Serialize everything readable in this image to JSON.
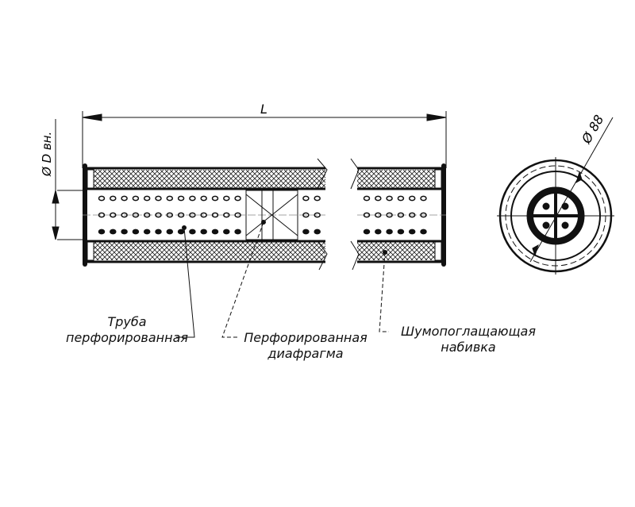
{
  "dimensions": {
    "length": "L",
    "inner_diameter": "Ø D вн.",
    "outer_diameter": "Ø 88"
  },
  "labels": {
    "pipe": [
      "Труба",
      "перфорированная"
    ],
    "diaphragm": [
      "Перфорированная",
      "диафрагма"
    ],
    "packing": [
      "Шумопоглащающая",
      "набивка"
    ]
  },
  "colors": {
    "line": "#111111",
    "background": "#ffffff"
  }
}
